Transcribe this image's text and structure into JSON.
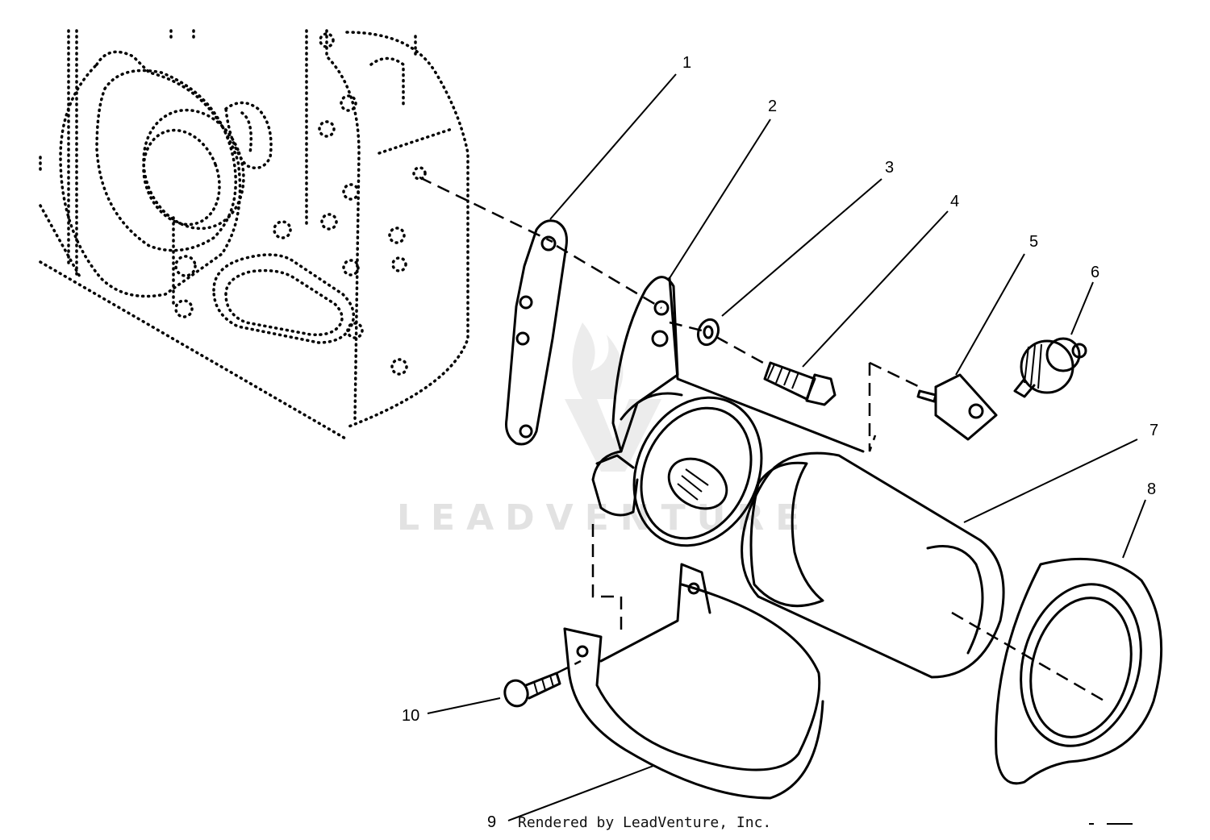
{
  "callouts": {
    "c1": "1",
    "c2": "2",
    "c3": "3",
    "c4": "4",
    "c5": "5",
    "c6": "6",
    "c7": "7",
    "c8": "8",
    "c9": "9",
    "c10": "10"
  },
  "watermark": "LEADVENTURE",
  "credit": "Rendered by LeadVenture, Inc."
}
